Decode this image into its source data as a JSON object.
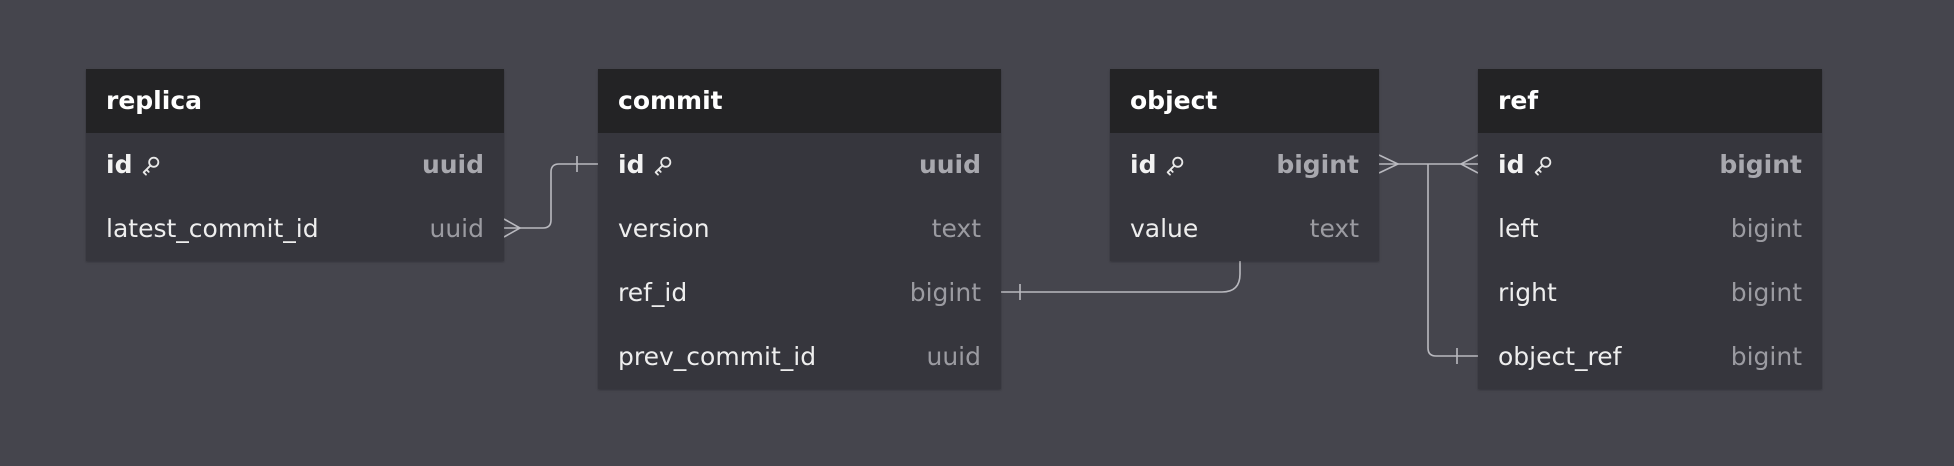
{
  "tables": {
    "replica": {
      "name": "replica",
      "columns": [
        {
          "name": "id",
          "type": "uuid",
          "pk": true
        },
        {
          "name": "latest_commit_id",
          "type": "uuid",
          "pk": false
        }
      ]
    },
    "commit": {
      "name": "commit",
      "columns": [
        {
          "name": "id",
          "type": "uuid",
          "pk": true
        },
        {
          "name": "version",
          "type": "text",
          "pk": false
        },
        {
          "name": "ref_id",
          "type": "bigint",
          "pk": false
        },
        {
          "name": "prev_commit_id",
          "type": "uuid",
          "pk": false
        }
      ]
    },
    "object": {
      "name": "object",
      "columns": [
        {
          "name": "id",
          "type": "bigint",
          "pk": true
        },
        {
          "name": "value",
          "type": "text",
          "pk": false
        }
      ]
    },
    "ref": {
      "name": "ref",
      "columns": [
        {
          "name": "id",
          "type": "bigint",
          "pk": true
        },
        {
          "name": "left",
          "type": "bigint",
          "pk": false
        },
        {
          "name": "right",
          "type": "bigint",
          "pk": false
        },
        {
          "name": "object_ref",
          "type": "bigint",
          "pk": false
        }
      ]
    }
  },
  "relationships": [
    {
      "from": "replica.latest_commit_id",
      "from_end": "many",
      "to": "commit.id",
      "to_end": "one"
    },
    {
      "from": "commit.ref_id",
      "from_end": "one",
      "to": "object.value",
      "to_end": "none"
    },
    {
      "from": "object.id",
      "from_end": "many",
      "to": "ref.id",
      "to_end": "many"
    },
    {
      "from": "object.id",
      "from_end": "many",
      "to": "ref.object_ref",
      "to_end": "one"
    }
  ],
  "colors": {
    "background": "#45454d",
    "table_body": "#36363d",
    "table_header": "#232325",
    "connector": "#b9b9bf"
  },
  "icons": {
    "primary_key": "key-icon"
  }
}
